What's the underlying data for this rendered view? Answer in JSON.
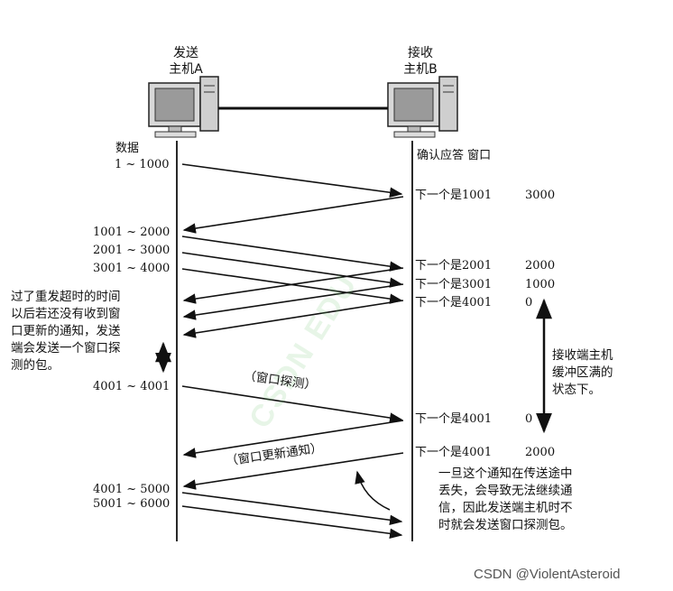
{
  "hosts": {
    "a_label": "发送\n主机A",
    "b_label": "接收\n主机B"
  },
  "sender": {
    "data_heading": "数据",
    "ranges": [
      "1 ~ 1000",
      "1001 ~ 2000",
      "2001 ~ 3000",
      "3001 ~ 4000",
      "4001 ~ 4001",
      "4001 ~ 5000",
      "5001 ~ 6000"
    ]
  },
  "receiver": {
    "heading": "确认应答 窗口",
    "acks": [
      {
        "ack": "下一个是1001",
        "window": "3000"
      },
      {
        "ack": "下一个是2001",
        "window": "2000"
      },
      {
        "ack": "下一个是3001",
        "window": "1000"
      },
      {
        "ack": "下一个是4001",
        "window": "0"
      },
      {
        "ack": "下一个是4001",
        "window": "0"
      },
      {
        "ack": "下一个是4001",
        "window": "2000"
      }
    ]
  },
  "annotations": {
    "timeout_note": "过了重发超时的时间\n以后若还没有收到窗\n口更新的通知，发送\n端会发送一个窗口探\n测的包。",
    "buffer_full": "接收端主机\n缓冲区满的\n状态下。",
    "window_probe": "（窗口探测）",
    "window_update": "（窗口更新通知）",
    "lost_note": "一旦这个通知在传送途中\n丢失，会导致无法继续通\n信，因此发送端主机时不\n时就会发送窗口探测包。"
  },
  "watermark": "CSDN @ViolentAsteroid",
  "ghost_mark": "CSDN EDU"
}
